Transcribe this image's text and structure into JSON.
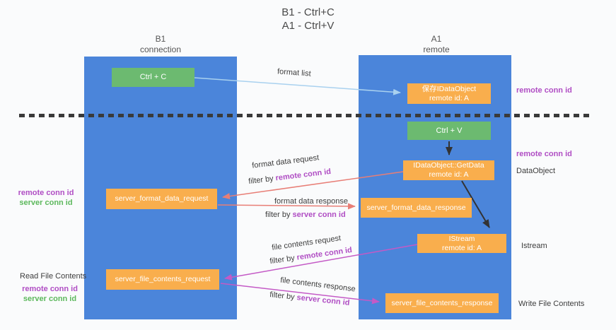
{
  "title": {
    "line1": "B1 - Ctrl+C",
    "line2": "A1 - Ctrl+V"
  },
  "lanes": {
    "left": {
      "title": "B1",
      "subtitle": "connection"
    },
    "right": {
      "title": "A1",
      "subtitle": "remote"
    }
  },
  "boxes": {
    "ctrl_c": {
      "label": "Ctrl + C"
    },
    "ctrl_v": {
      "label": "Ctrl + V"
    },
    "save_dataobject": {
      "line1": "保存IDataObject",
      "line2": "remote id: A"
    },
    "getdata": {
      "line1": "IDataObject::GetData",
      "line2": "remote id: A"
    },
    "istream": {
      "line1": "IStream",
      "line2": "remote id: A"
    },
    "server_format_data_request": {
      "label": "server_format_data_request"
    },
    "server_format_data_response": {
      "label": "server_format_data_response"
    },
    "server_file_contents_request": {
      "label": "server_file_contents_request"
    },
    "server_file_contents_response": {
      "label": "server_file_contents_response"
    }
  },
  "arrows": {
    "format_list": {
      "label": "format list"
    },
    "format_data_request": {
      "label": "format data request",
      "filter_prefix": "filter by ",
      "filter_value": "remote conn id"
    },
    "format_data_response": {
      "label": "format data response",
      "filter_prefix": "filter by ",
      "filter_value": "server conn id"
    },
    "file_contents_request": {
      "label": "file contents request",
      "filter_prefix": "filter by ",
      "filter_value": "remote conn id"
    },
    "file_contents_response": {
      "label": "file contents response",
      "filter_prefix": "filter by ",
      "filter_value": "server conn id"
    }
  },
  "annotations": {
    "right_remote_conn_id_top": "remote conn id",
    "right_remote_conn_id_mid": "remote conn id",
    "dataobject": "DataObject",
    "istream": "Istream",
    "write_file_contents": "Write File Contents",
    "left_remote_conn_id_top": "remote conn id",
    "left_server_conn_id_top": "server conn id",
    "read_file_contents": "Read File Contents",
    "left_remote_conn_id_bottom": "remote conn id",
    "left_server_conn_id_bottom": "server conn id"
  },
  "colors": {
    "lane_blue": "#4b85da",
    "box_green": "#6cba70",
    "box_orange": "#f9ae4d",
    "arrow_light_blue": "#a9d1ef",
    "arrow_salmon": "#e87e76",
    "arrow_magenta": "#c45ac6",
    "arrow_black": "#333333",
    "label_magenta": "#b04ec4",
    "label_green": "#5cb85c"
  }
}
